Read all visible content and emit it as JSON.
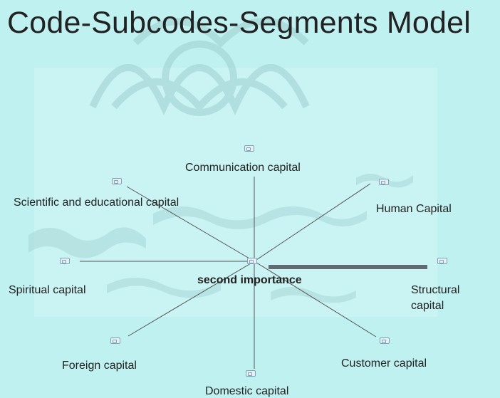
{
  "title": "Code-Subcodes-Segments Model",
  "center": {
    "label": "second importance"
  },
  "branches": [
    {
      "name": "communication",
      "label": "Communication capital"
    },
    {
      "name": "human",
      "label": "Human Capital"
    },
    {
      "name": "structural",
      "label_lines": [
        "Structural",
        "capital"
      ]
    },
    {
      "name": "customer",
      "label": "Customer capital"
    },
    {
      "name": "domestic",
      "label": "Domestic capital"
    },
    {
      "name": "foreign",
      "label": "Foreign capital"
    },
    {
      "name": "spiritual",
      "label": "Spiritual capital"
    },
    {
      "name": "scientific",
      "label": "Scientific and educational capital"
    }
  ],
  "emphasized_branch": "structural",
  "colors": {
    "background": "#bff1f1",
    "connector": "#555555",
    "emphasis_connector": "#5f6a72",
    "watermark": "#9ecfcf"
  },
  "icons": {
    "node": "code-node-icon"
  },
  "watermark": {
    "kind": "arabesque-logo-with-persian-text"
  }
}
